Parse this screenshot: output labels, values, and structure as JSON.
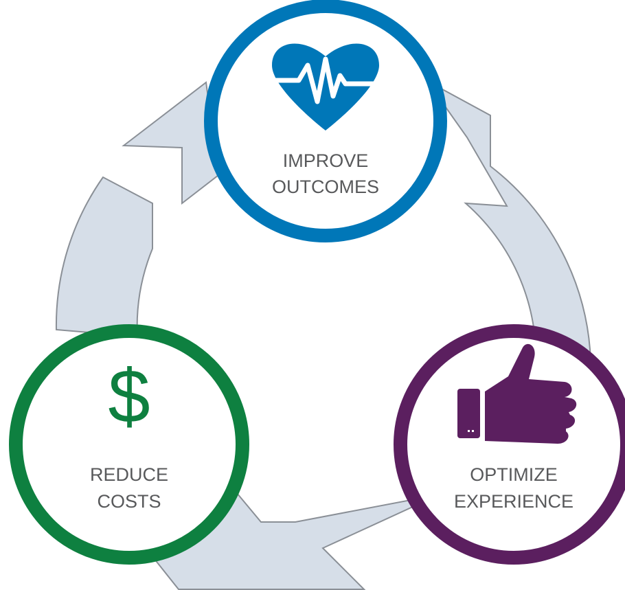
{
  "cycle": {
    "arrow_fill": "#d6dee8",
    "arrow_stroke": "#8a8f96",
    "nodes": [
      {
        "id": "improve-outcomes",
        "icon": "heart-pulse-icon",
        "color": "#0077b8",
        "label_line1": "IMPROVE",
        "label_line2": "OUTCOMES"
      },
      {
        "id": "optimize-experience",
        "icon": "thumbs-up-icon",
        "color": "#5b1f5f",
        "label_line1": "OPTIMIZE",
        "label_line2": "EXPERIENCE"
      },
      {
        "id": "reduce-costs",
        "icon": "dollar-sign-icon",
        "icon_glyph": "$",
        "color": "#0e8040",
        "label_line1": "REDUCE",
        "label_line2": "COSTS"
      }
    ]
  }
}
